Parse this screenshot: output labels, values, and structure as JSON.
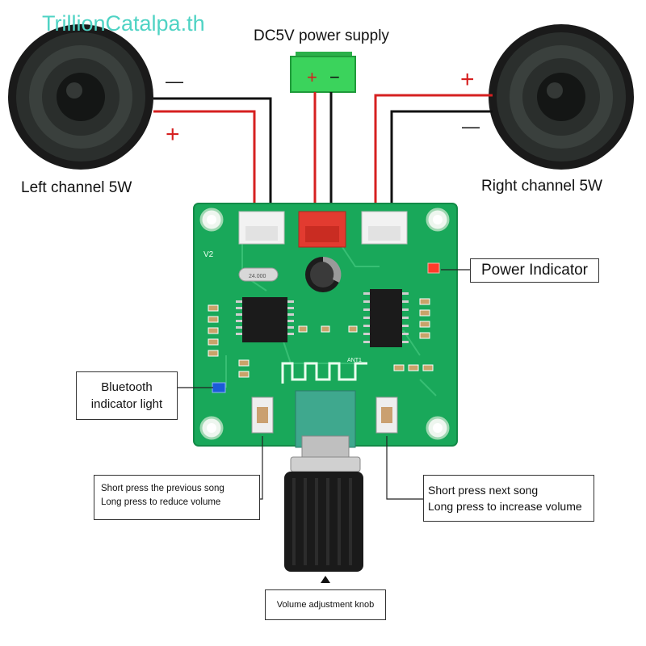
{
  "watermark": "TrillionCatalpa.th",
  "power_supply": {
    "label": "DC5V power supply",
    "plus": "+",
    "minus": "−"
  },
  "left_speaker": {
    "label": "Left channel 5W",
    "minus": "—",
    "plus": "+"
  },
  "right_speaker": {
    "label": "Right channel 5W",
    "plus": "+",
    "minus": "—"
  },
  "callouts": {
    "power_indicator": "Power Indicator",
    "bluetooth_line1": "Bluetooth",
    "bluetooth_line2": "indicator light",
    "prev_line1": "Short press the previous song",
    "prev_line2": "Long press to reduce volume",
    "next_line1": "Short press next song",
    "next_line2": "Long press to increase volume",
    "volume_knob": "Volume adjustment knob"
  },
  "board": {
    "version": "V2",
    "crystal": "24.000",
    "antenna": "ANT1"
  },
  "colors": {
    "pcb": "#19a85a",
    "wire_red": "#d62020",
    "wire_black": "#111111",
    "psu_green": "#39d35a",
    "watermark": "#4fd3c4"
  }
}
